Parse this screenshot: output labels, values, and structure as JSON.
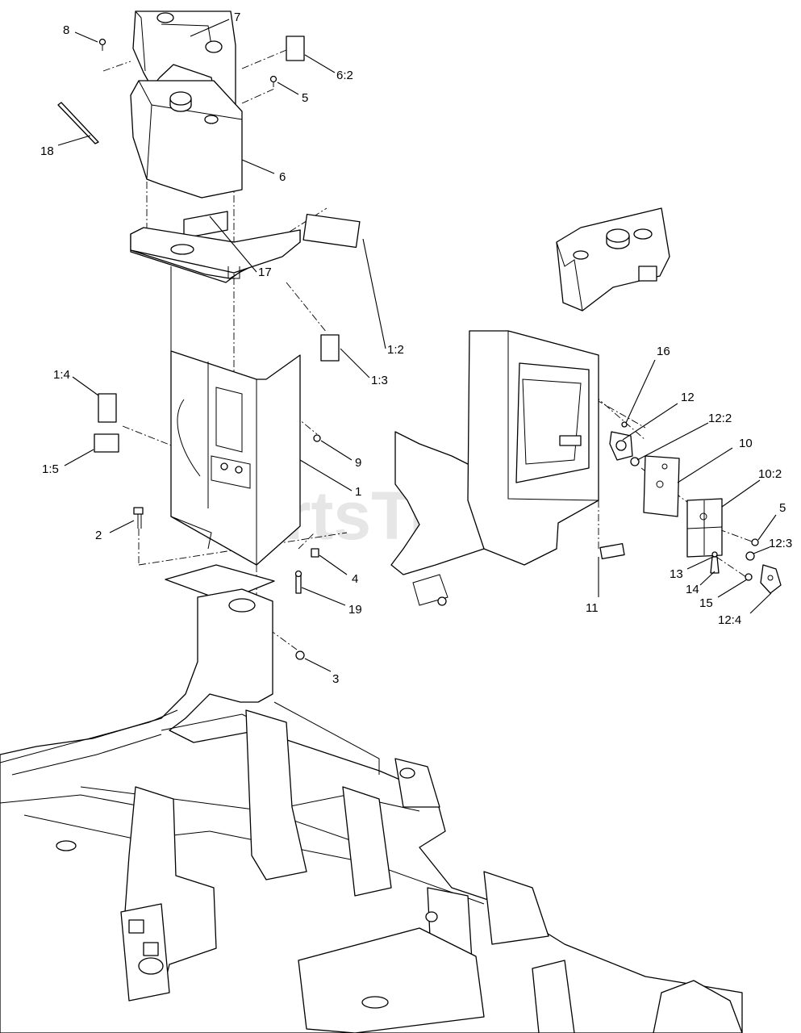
{
  "watermark": {
    "text": "PartsTree",
    "trademark": "™"
  },
  "callouts": {
    "c8": "8",
    "c7": "7",
    "c6_2": "6:2",
    "c5a": "5",
    "c18": "18",
    "c6": "6",
    "c17": "17",
    "c1_2": "1:2",
    "c1_3": "1:3",
    "c1_4": "1:4",
    "c1_5": "1:5",
    "c9": "9",
    "c1": "1",
    "c2": "2",
    "c4": "4",
    "c19": "19",
    "c3": "3",
    "c16": "16",
    "c12": "12",
    "c12_2": "12:2",
    "c10": "10",
    "c10_2": "10:2",
    "c5b": "5",
    "c12_3": "12:3",
    "c13": "13",
    "c14": "14",
    "c15": "15",
    "c12_4": "12:4",
    "c11": "11"
  }
}
